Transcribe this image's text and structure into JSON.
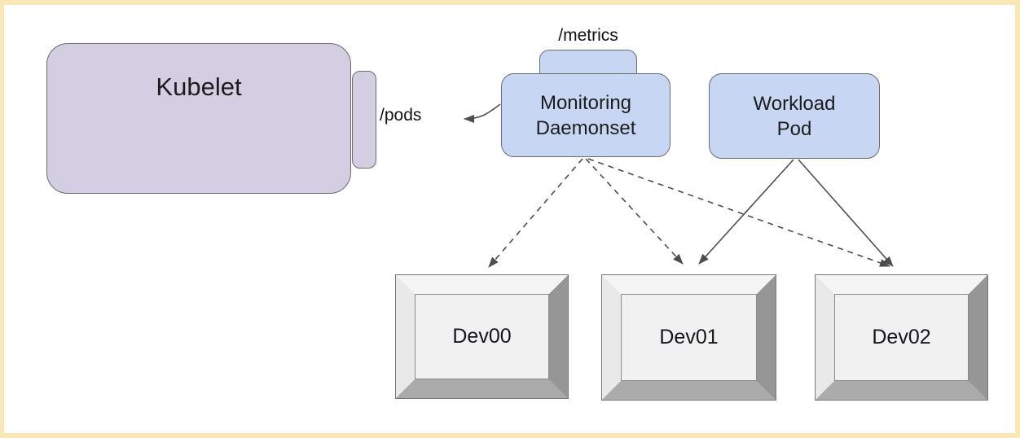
{
  "frame": {
    "border_color": "#f9e8b5",
    "canvas_color": "#ffffff"
  },
  "diagram": {
    "kubelet": {
      "label": "Kubelet"
    },
    "pods_endpoint": {
      "label": "/pods"
    },
    "metrics_endpoint": {
      "label": "/metrics"
    },
    "monitoring_daemonset": {
      "label": "Monitoring Daemonset"
    },
    "workload_pod": {
      "label": "Workload Pod"
    },
    "devices": [
      {
        "id": "dev00",
        "label": "Dev00"
      },
      {
        "id": "dev01",
        "label": "Dev01"
      },
      {
        "id": "dev02",
        "label": "Dev02"
      }
    ],
    "edges": [
      {
        "from": "monitoring_daemonset",
        "to": "kubelet /pods",
        "style": "solid-arrow"
      },
      {
        "from": "monitoring_daemonset",
        "to": "dev00",
        "style": "dashed-arrow"
      },
      {
        "from": "monitoring_daemonset",
        "to": "dev01",
        "style": "dashed-arrow"
      },
      {
        "from": "monitoring_daemonset",
        "to": "dev02",
        "style": "dashed-arrow"
      },
      {
        "from": "workload_pod",
        "to": "dev01",
        "style": "solid-arrow"
      },
      {
        "from": "workload_pod",
        "to": "dev02",
        "style": "solid-arrow"
      }
    ],
    "colors": {
      "kubelet_fill": "#d4cee3",
      "pod_fill": "#c7d7f3",
      "node_border": "#6b6b6b",
      "device_face": "#f1f1f1",
      "arrow": "#4d4d4d",
      "frame": "#f9e8b5"
    }
  }
}
